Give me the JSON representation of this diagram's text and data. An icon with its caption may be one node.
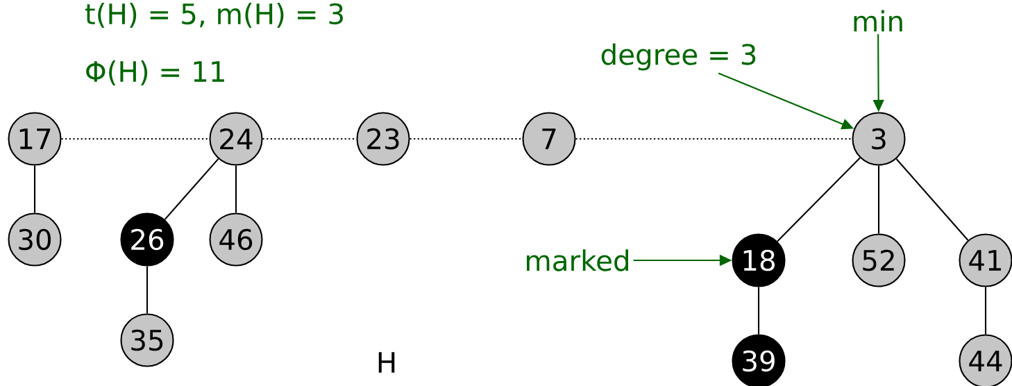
{
  "diagram": {
    "nodes": [
      {
        "text": [
          "min"
        ]
      },
      {
        "text": [
          "degree = 3"
        ]
      },
      {
        "text": [
          "17"
        ]
      },
      {
        "text": [
          "24"
        ]
      },
      {
        "text": [
          "23"
        ]
      },
      {
        "text": [
          "7"
        ]
      },
      {
        "text": [
          "3"
        ]
      },
      {
        "text": [
          "30"
        ]
      },
      {
        "text": [
          "26"
        ]
      },
      {
        "text": [
          "46"
        ]
      },
      {
        "text": [
          "marked"
        ]
      },
      {
        "text": [
          "18"
        ]
      },
      {
        "text": [
          "52"
        ]
      },
      {
        "text": [
          "41"
        ]
      },
      {
        "text": [
          "35"
        ]
      },
      {
        "text": [
          "39"
        ]
      },
      {
        "text": [
          "44"
        ]
      }
    ],
    "edges": [
      {
        "from": 2,
        "to": 3,
        "arrow": "none",
        "style": "dashed"
      },
      {
        "from": 3,
        "to": 4,
        "arrow": "none",
        "style": "dashed"
      },
      {
        "from": 4,
        "to": 5,
        "arrow": "none",
        "style": "dashed"
      },
      {
        "from": 5,
        "to": 6,
        "arrow": "none",
        "style": "dashed"
      },
      {
        "from": 2,
        "to": 7,
        "arrow": "none"
      },
      {
        "from": 3,
        "to": 8,
        "arrow": "none"
      },
      {
        "from": 3,
        "to": 9,
        "arrow": "none"
      },
      {
        "from": 8,
        "to": 14,
        "arrow": "none"
      },
      {
        "from": 6,
        "to": 11,
        "arrow": "none"
      },
      {
        "from": 6,
        "to": 12,
        "arrow": "none"
      },
      {
        "from": 6,
        "to": 13,
        "arrow": "none"
      },
      {
        "from": 11,
        "to": 15,
        "arrow": "none"
      },
      {
        "from": 13,
        "to": 16,
        "arrow": "none"
      },
      {
        "from": 0,
        "to": 6,
        "arrow": "to",
        "color": "#006600"
      },
      {
        "from": 1,
        "to": 6,
        "arrow": "to",
        "color": "#006600"
      },
      {
        "from": 10,
        "to": 11,
        "arrow": "to",
        "color": "#006600"
      }
    ],
    "labels": [
      "t(H) = 5,  m(H) = 3",
      "Φ(H) = 11",
      "H"
    ]
  }
}
